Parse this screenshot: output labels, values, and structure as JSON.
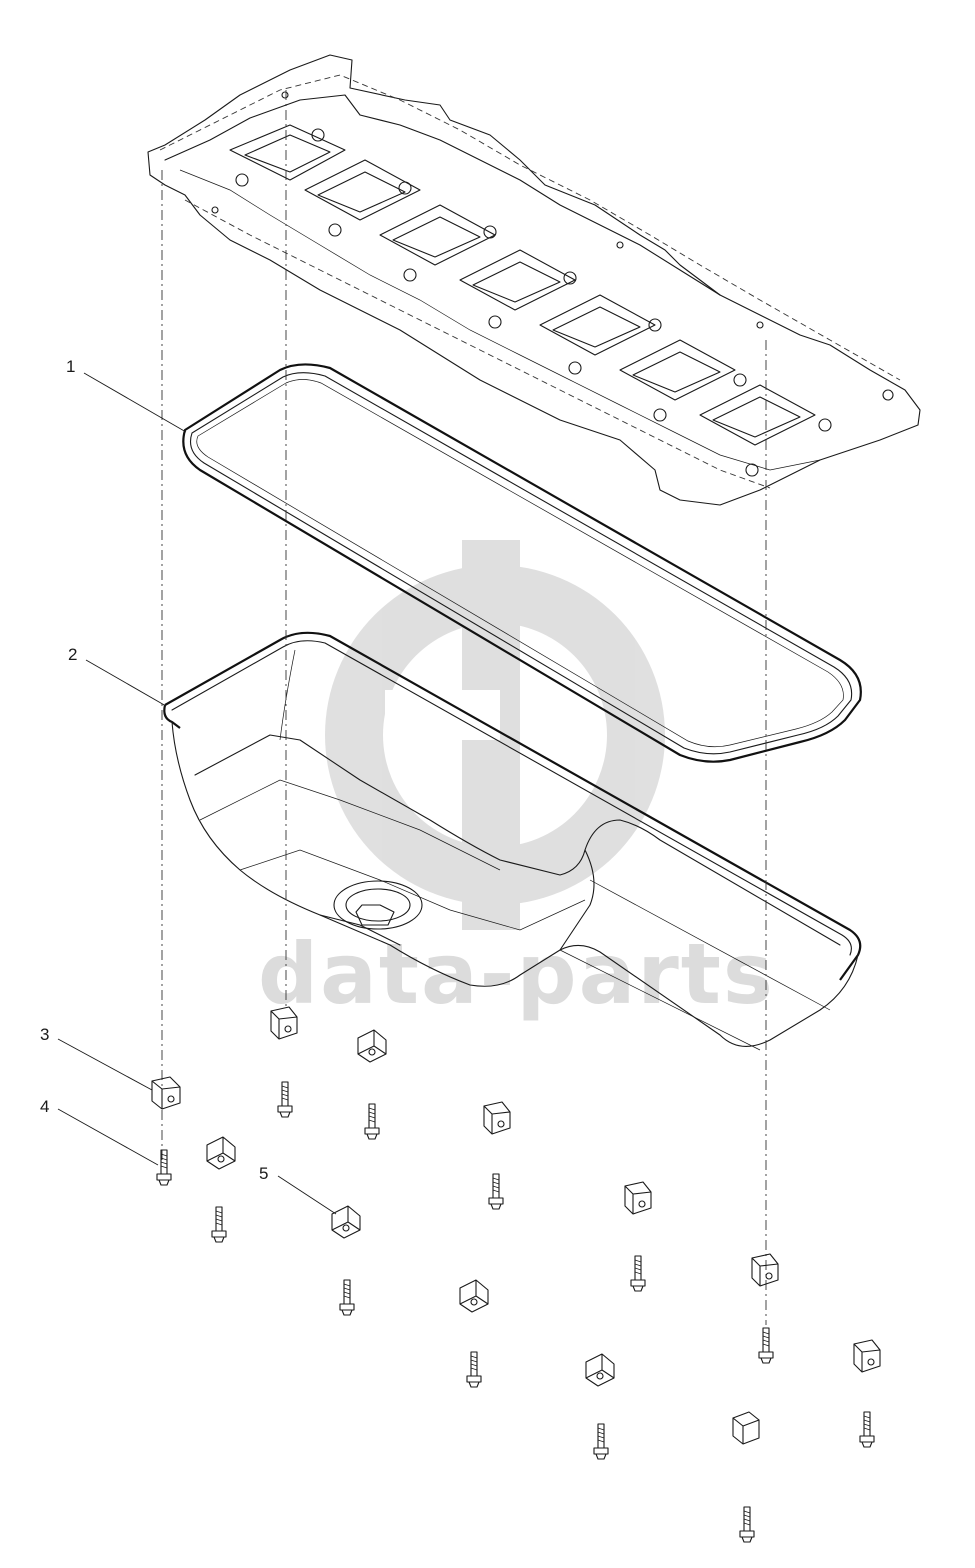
{
  "callouts": [
    {
      "id": "1",
      "label": "1"
    },
    {
      "id": "2",
      "label": "2"
    },
    {
      "id": "3",
      "label": "3"
    },
    {
      "id": "4",
      "label": "4"
    },
    {
      "id": "5",
      "label": "5"
    }
  ],
  "watermark": {
    "text": "data-parts",
    "logo": "gp"
  },
  "colors": {
    "line": "#1a1a1a",
    "watermark": "#dcdcdc",
    "background": "#ffffff"
  },
  "parts": [
    {
      "callout": "1",
      "icon": "gasket"
    },
    {
      "callout": "2",
      "icon": "oil-pan"
    },
    {
      "callout": "3",
      "icon": "clamp-bracket"
    },
    {
      "callout": "4",
      "icon": "bolt"
    },
    {
      "callout": "5",
      "icon": "clamp-bracket"
    }
  ]
}
